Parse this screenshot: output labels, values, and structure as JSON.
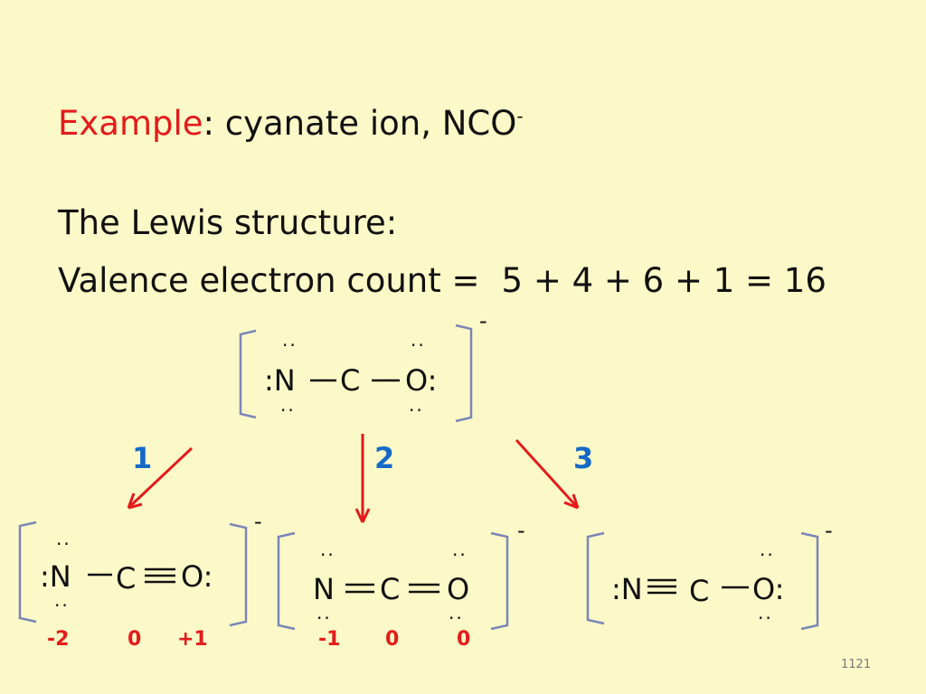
{
  "title": {
    "prefix": "Example",
    "text": ": cyanate ion,  NCO",
    "sup": "-"
  },
  "line2": "The Lewis structure:",
  "line3": {
    "label": "Valence electron count =",
    "expression": "5 + 4 + 6 + 1 = 16"
  },
  "main_structure": {
    "atoms": [
      ":N",
      "C",
      "O:"
    ],
    "charge": "-",
    "dots": [
      "..",
      ".."
    ],
    "dots_below": [
      "..",
      ".."
    ]
  },
  "arrows": [
    {
      "label": "1"
    },
    {
      "label": "2"
    },
    {
      "label": "3"
    }
  ],
  "structure1": {
    "atoms": [
      ":N",
      "C",
      "O:"
    ],
    "charge": "-",
    "formal_charges": [
      "-2",
      "0",
      "+1"
    ]
  },
  "structure2": {
    "atoms": [
      "N",
      "C",
      "O"
    ],
    "charge": "-",
    "formal_charges": [
      "-1",
      "0",
      "0"
    ]
  },
  "structure3": {
    "atoms": [
      ":N",
      "C",
      "O:"
    ],
    "charge": "-"
  },
  "page_number": "1121",
  "colors": {
    "background": "#fcf9c8",
    "accent_red": "#e31b1b",
    "accent_blue": "#1569c7"
  }
}
